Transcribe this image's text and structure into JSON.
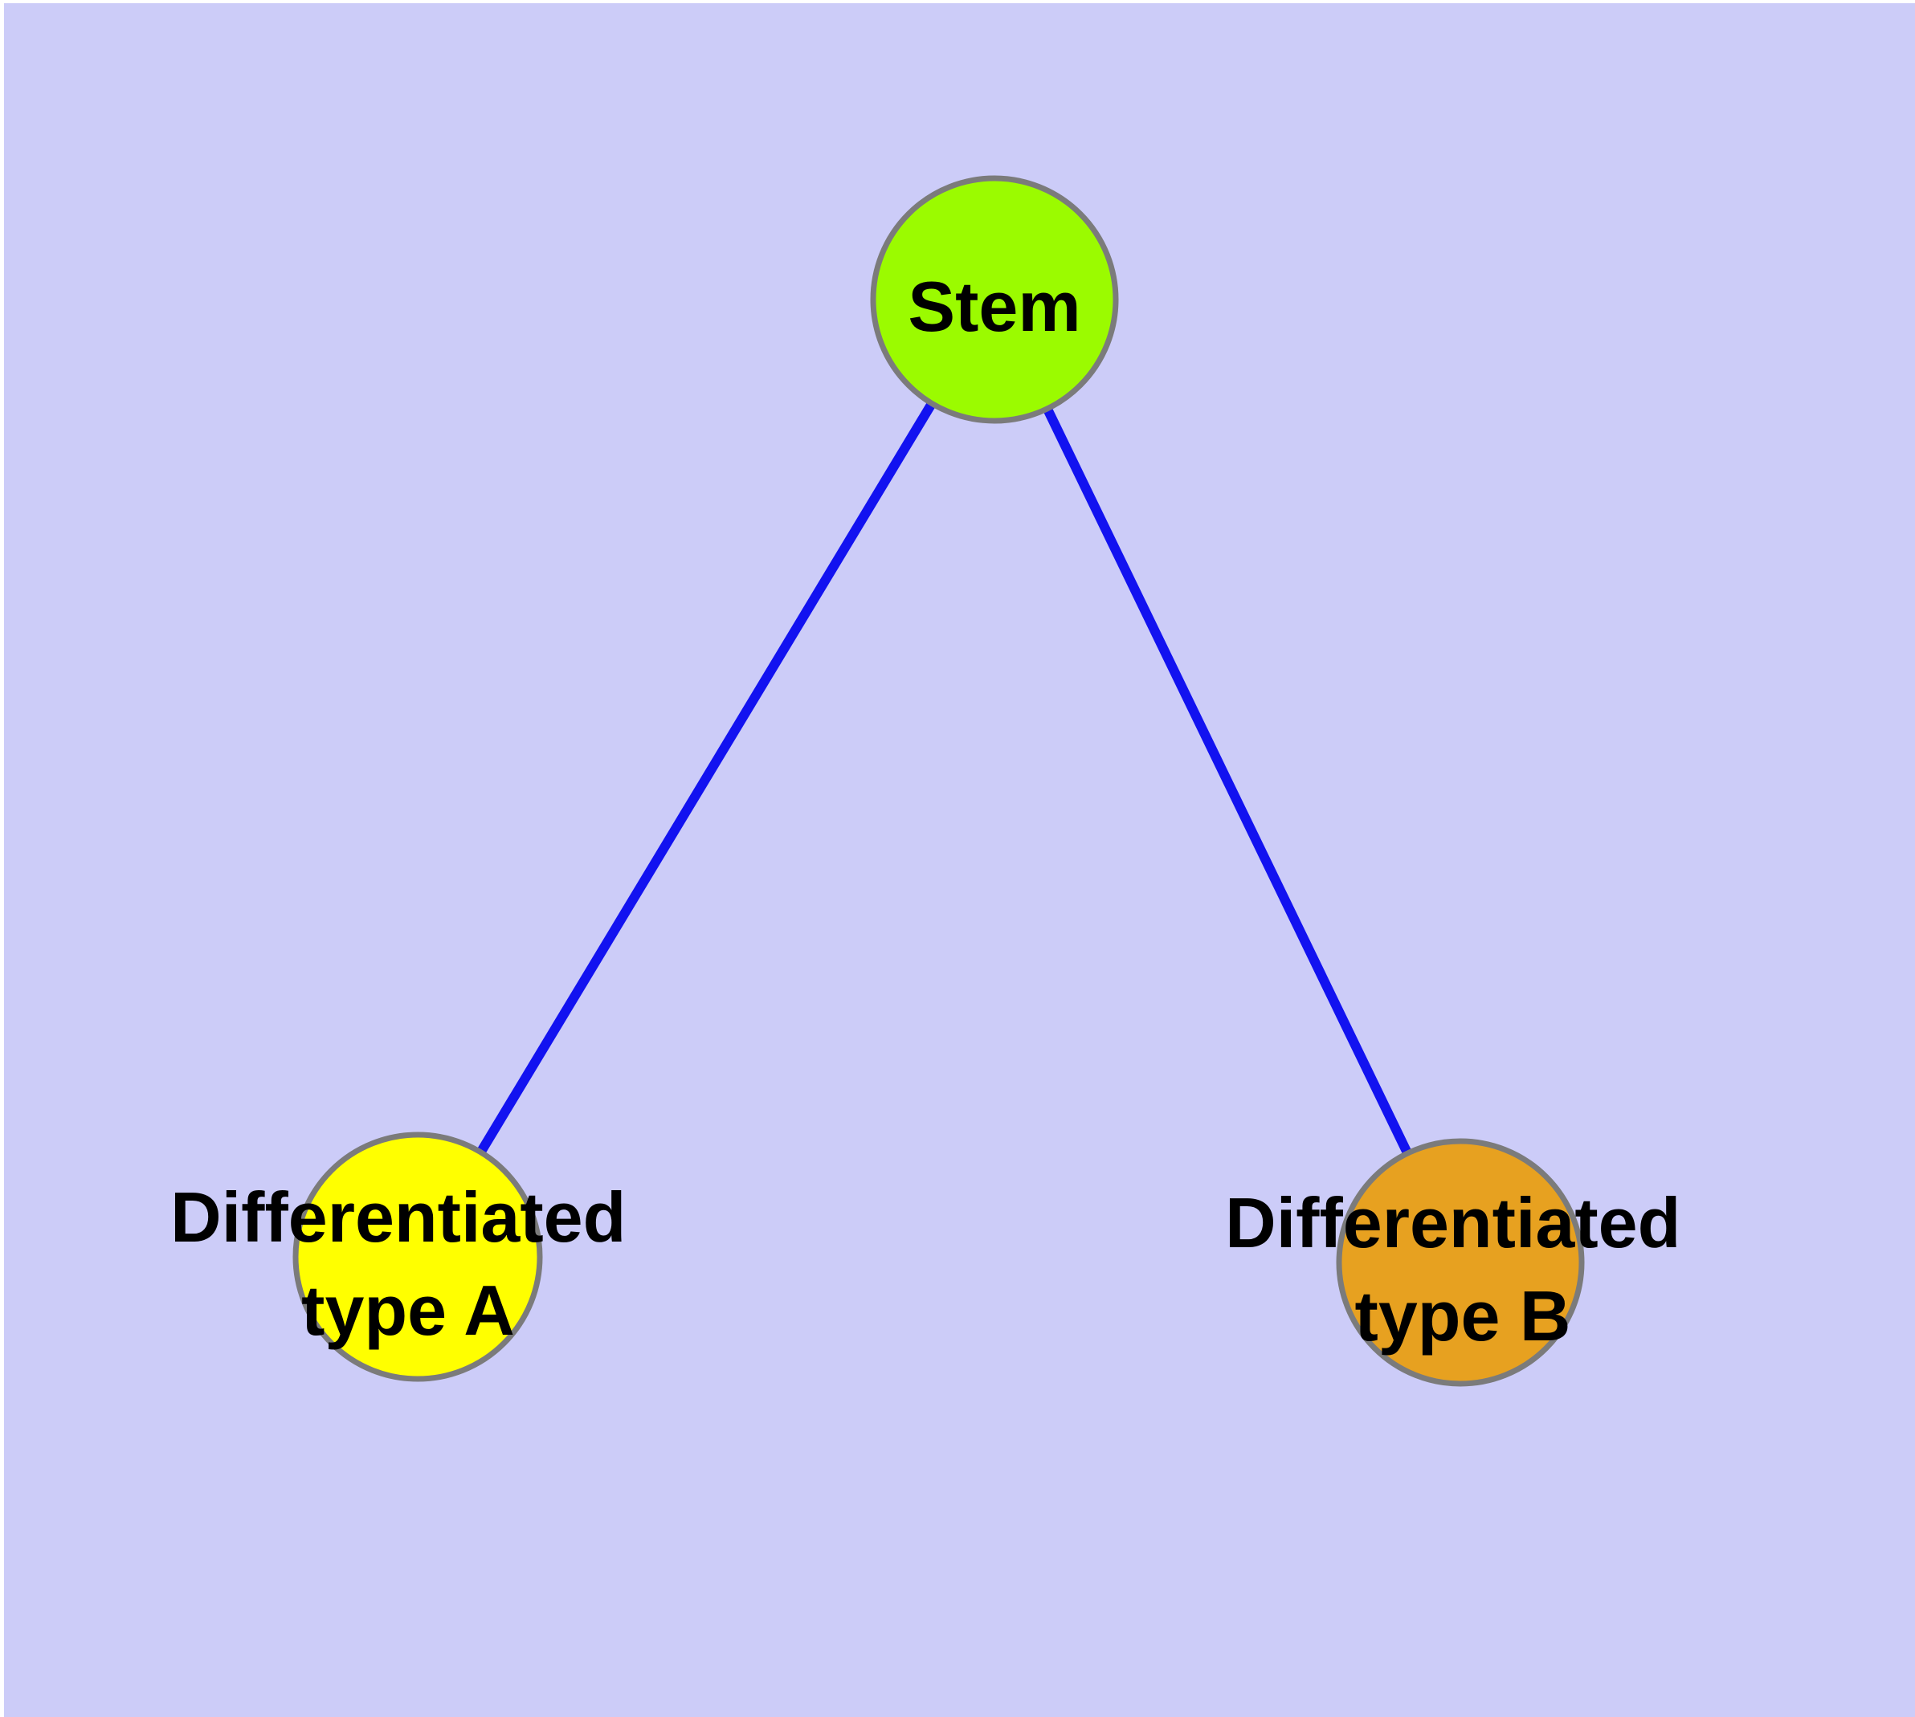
{
  "diagram": {
    "type": "node-link-graph",
    "background_color": "#CCCCF8",
    "page_margin_color": "#FFFFFF",
    "edge_color": "#1212F0",
    "node_border_color": "#7B7B7B",
    "label_color": "#000000",
    "nodes": {
      "stem": {
        "label": "Stem",
        "color": "#9BFB00"
      },
      "type_a": {
        "label_line1": "Differentiated",
        "label_line2": "type A",
        "color": "#FFFF00"
      },
      "type_b": {
        "label_line1": "Differentiated",
        "label_line2": "type B",
        "color": "#E7A120"
      }
    },
    "edges": [
      {
        "from": "Stem",
        "to": "Differentiated type A"
      },
      {
        "from": "Stem",
        "to": "Differentiated type B"
      }
    ]
  }
}
